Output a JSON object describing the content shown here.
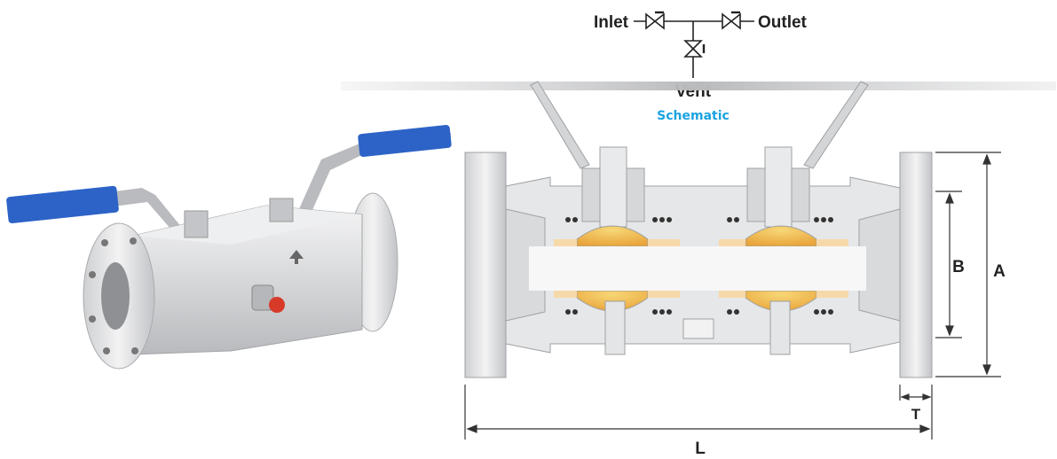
{
  "schematic": {
    "inlet_label": "Inlet",
    "outlet_label": "Outlet",
    "vent_label": "Vent",
    "caption": "Schematic",
    "caption_color": "#1aa3e0"
  },
  "dimensions": {
    "a_label": "A",
    "b_label": "B",
    "t_label": "T",
    "l_label": "L"
  },
  "colors": {
    "handle_blue": "#2d63c7",
    "steel_light": "#e9eaec",
    "steel_mid": "#c9cbce",
    "seat_orange": "#f2b64a",
    "red_knob": "#d83a2a"
  }
}
